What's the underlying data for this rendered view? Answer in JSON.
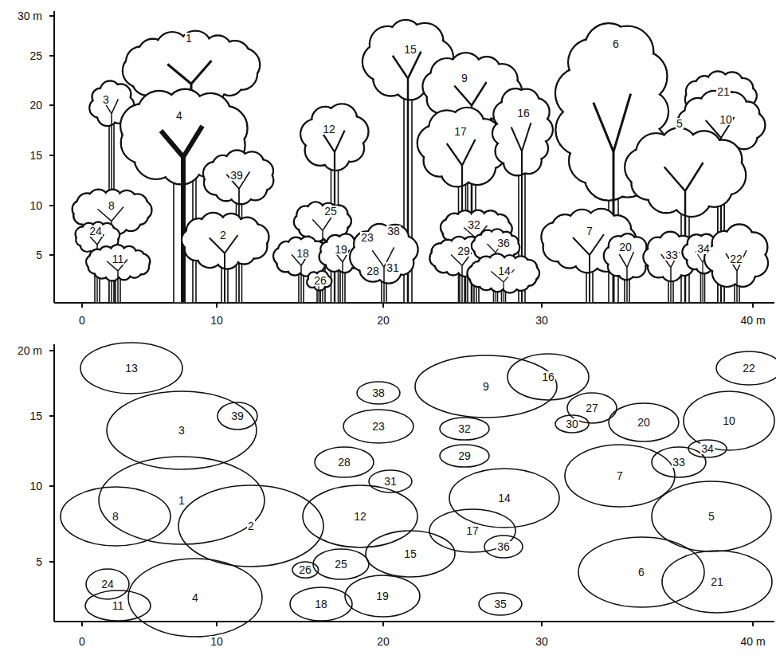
{
  "diagram": {
    "nodes": [
      {
        "text": [
          "13"
        ]
      },
      {
        "text": [
          "22"
        ]
      },
      {
        "text": [
          "16"
        ]
      },
      {
        "text": [
          "38"
        ]
      },
      {
        "text": [
          "9"
        ]
      },
      {
        "text": [
          "39"
        ]
      },
      {
        "text": [
          "27"
        ]
      },
      {
        "text": [
          "3"
        ]
      },
      {
        "text": [
          "23"
        ]
      },
      {
        "text": [
          "32"
        ]
      },
      {
        "text": [
          "30"
        ]
      },
      {
        "text": [
          "20"
        ]
      },
      {
        "text": [
          "10"
        ]
      },
      {
        "text": [
          "34"
        ]
      },
      {
        "text": [
          "29"
        ]
      },
      {
        "text": [
          "28"
        ]
      },
      {
        "text": [
          "33"
        ]
      },
      {
        "text": [
          "7"
        ]
      },
      {
        "text": [
          "31"
        ]
      },
      {
        "text": [
          "1"
        ]
      },
      {
        "text": [
          "14"
        ]
      },
      {
        "text": [
          "8"
        ]
      },
      {
        "text": [
          "12"
        ]
      },
      {
        "text": [
          "2"
        ]
      },
      {
        "text": [
          "5"
        ]
      },
      {
        "text": [
          "17"
        ]
      },
      {
        "text": [
          "36"
        ]
      },
      {
        "text": [
          "15"
        ]
      },
      {
        "text": [
          "25"
        ]
      },
      {
        "text": [
          "26"
        ]
      },
      {
        "text": [
          "6"
        ]
      },
      {
        "text": [
          "21"
        ]
      },
      {
        "text": [
          "24"
        ]
      },
      {
        "text": [
          "4"
        ]
      },
      {
        "text": [
          "19"
        ]
      },
      {
        "text": [
          "18"
        ]
      },
      {
        "text": [
          "35"
        ]
      },
      {
        "text": [
          "11"
        ]
      }
    ],
    "labels": [
      "1",
      "3",
      "4",
      "39",
      "8",
      "24",
      "11",
      "2",
      "12",
      "15",
      "9",
      "17",
      "16",
      "6",
      "21",
      "10",
      "5",
      "25",
      "18",
      "19",
      "26",
      "23",
      "38",
      "28",
      "31",
      "32",
      "29",
      "36",
      "14",
      "7",
      "20",
      "33",
      "34",
      "22",
      "30 m",
      "25",
      "20",
      "15",
      "10",
      "5",
      "0",
      "10",
      "20",
      "30",
      "40 m",
      "20 m",
      "15",
      "10",
      "5",
      "0",
      "10",
      "20",
      "30",
      "40 m"
    ]
  }
}
